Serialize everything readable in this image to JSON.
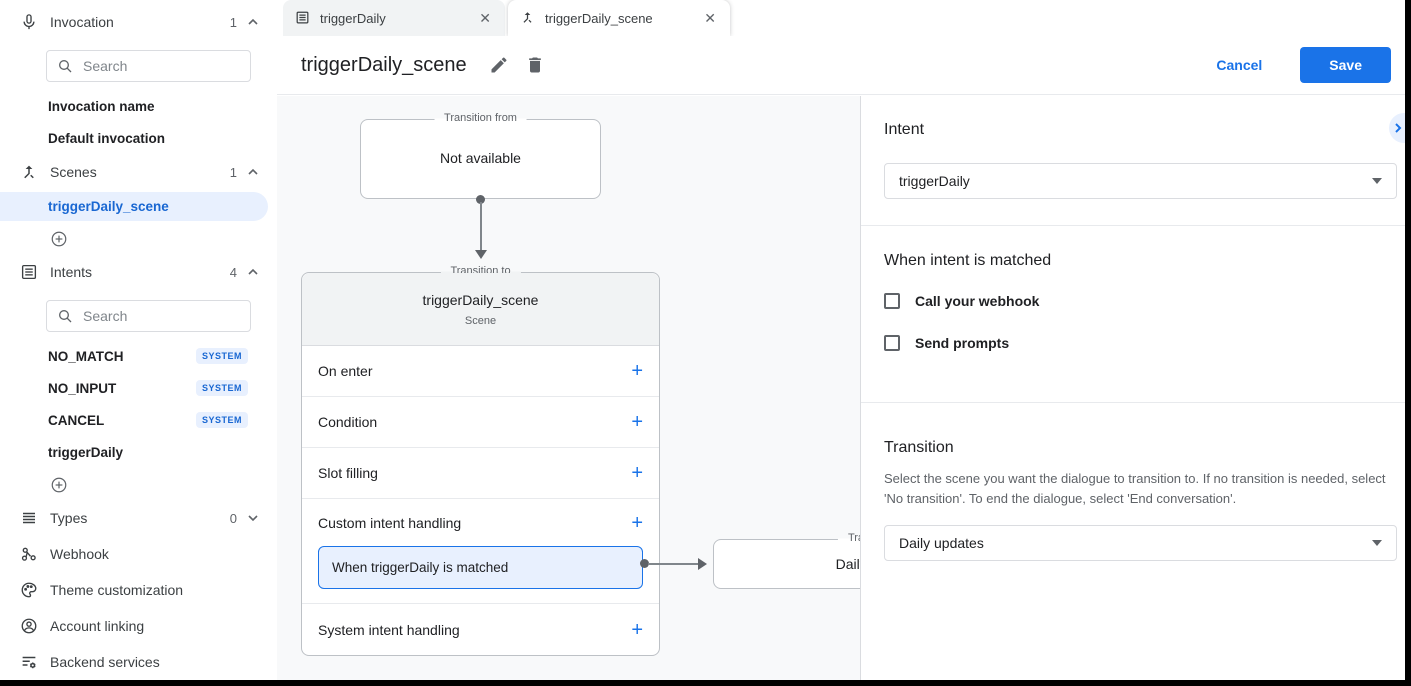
{
  "colors": {
    "accent": "#1a73e8",
    "accent_dark": "#1967d2",
    "chip_bg": "#e8f0fe",
    "canvas_bg": "#f8f9fa",
    "border": "#dadce0",
    "text": "#202124",
    "muted": "#5f6368"
  },
  "sidebar": {
    "invocation": {
      "label": "Invocation",
      "count": "1",
      "search_placeholder": "Search",
      "items": [
        {
          "label": "Invocation name"
        },
        {
          "label": "Default invocation"
        }
      ]
    },
    "scenes": {
      "label": "Scenes",
      "count": "1",
      "items": [
        {
          "label": "triggerDaily_scene",
          "selected": true
        }
      ]
    },
    "intents": {
      "label": "Intents",
      "count": "4",
      "search_placeholder": "Search",
      "items": [
        {
          "label": "NO_MATCH",
          "badge": "SYSTEM"
        },
        {
          "label": "NO_INPUT",
          "badge": "SYSTEM"
        },
        {
          "label": "CANCEL",
          "badge": "SYSTEM"
        },
        {
          "label": "triggerDaily",
          "badge": ""
        }
      ]
    },
    "types": {
      "label": "Types",
      "count": "0"
    },
    "links": [
      {
        "label": "Webhook"
      },
      {
        "label": "Theme customization"
      },
      {
        "label": "Account linking"
      },
      {
        "label": "Backend services"
      }
    ]
  },
  "tabs": [
    {
      "label": "triggerDaily"
    },
    {
      "label": "triggerDaily_scene"
    }
  ],
  "header": {
    "title": "triggerDaily_scene",
    "cancel_label": "Cancel",
    "save_label": "Save"
  },
  "canvas": {
    "from_box": {
      "legend": "Transition from",
      "content": "Not available"
    },
    "scene_card": {
      "legend": "Transition to",
      "title": "triggerDaily_scene",
      "subtitle": "Scene",
      "rows": [
        {
          "label": "On enter"
        },
        {
          "label": "Condition"
        },
        {
          "label": "Slot filling"
        },
        {
          "label": "Custom intent handling"
        },
        {
          "label": "System intent handling"
        }
      ],
      "matched_item": "When triggerDaily is matched"
    },
    "target_box": {
      "legend": "Transition to",
      "content": "Daily updates"
    }
  },
  "panel": {
    "intent": {
      "heading": "Intent",
      "value": "triggerDaily"
    },
    "matched": {
      "heading": "When intent is matched",
      "checkboxes": [
        {
          "label": "Call your webhook",
          "checked": false
        },
        {
          "label": "Send prompts",
          "checked": false
        }
      ]
    },
    "transition": {
      "heading": "Transition",
      "description": "Select the scene you want the dialogue to transition to. If no transition is needed, select 'No transition'. To end the dialogue, select 'End conversation'.",
      "value": "Daily updates"
    }
  }
}
